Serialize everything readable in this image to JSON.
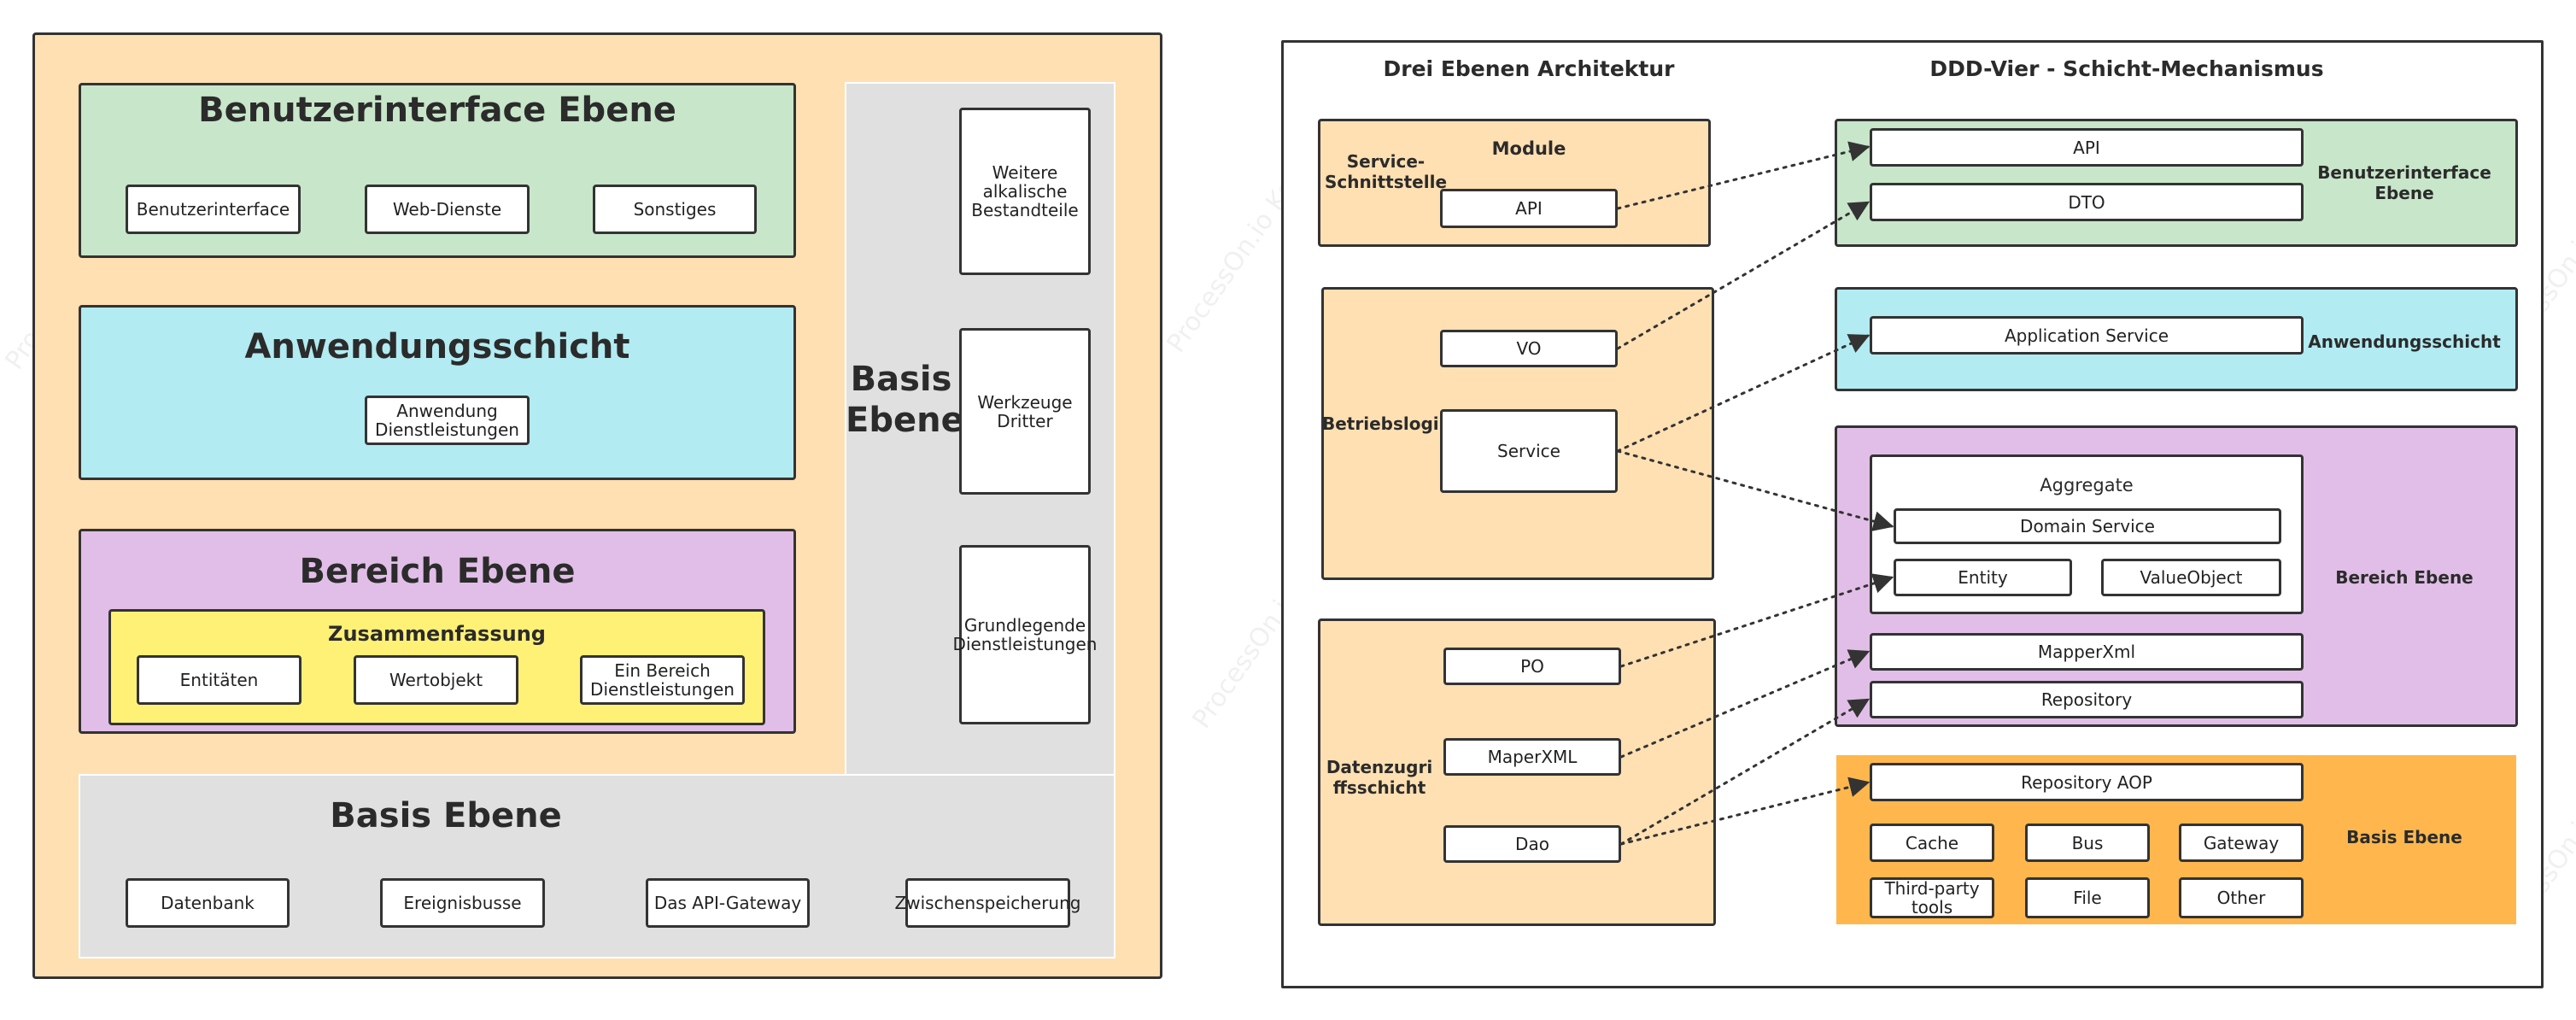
{
  "watermark": "ProcessOn.io Kostenlos",
  "left": {
    "ui_layer": {
      "title": "Benutzerinterface Ebene",
      "items": [
        "Benutzerinterface",
        "Web-Dienste",
        "Sonstiges"
      ]
    },
    "app_layer": {
      "title": "Anwendungsschicht",
      "items": [
        "Anwendung Dienstleistungen"
      ]
    },
    "domain_layer": {
      "title": "Bereich Ebene",
      "aggregate_title": "Zusammenfassung",
      "items": [
        "Entitäten",
        "Wertobjekt",
        "Ein Bereich Dienstleistungen"
      ]
    },
    "infra_vertical": {
      "title": "Basis Ebene",
      "items": [
        "Weitere alkalische Bestandteile",
        "Werkzeuge Dritter",
        "Grundlegende Dienstleistungen"
      ]
    },
    "infra_bottom": {
      "title": "Basis Ebene",
      "items": [
        "Datenbank",
        "Ereignisbusse",
        "Das API-Gateway",
        "Zwischenspeicherung"
      ]
    }
  },
  "right": {
    "header_left": "Drei Ebenen Architektur",
    "header_right": "DDD-Vier - Schicht-Mechanismus",
    "service_interface": {
      "label": "Service-Schnittstelle",
      "title": "Module",
      "items": [
        "API"
      ]
    },
    "business_logic": {
      "label": "Betriebslogik",
      "items": [
        "VO",
        "Service"
      ]
    },
    "data_access": {
      "label": "Datenzugriffsschicht",
      "items": [
        "PO",
        "MaperXML",
        "Dao"
      ]
    },
    "ddd_ui": {
      "label": "Benutzerinterface Ebene",
      "items": [
        "API",
        "DTO"
      ]
    },
    "ddd_app": {
      "label": "Anwendungsschicht",
      "items": [
        "Application Service"
      ]
    },
    "ddd_domain": {
      "label": "Bereich Ebene",
      "aggregate_title": "Aggregate",
      "items": [
        "Domain Service",
        "Entity",
        "ValueObject"
      ],
      "extra_items": [
        "MapperXml",
        "Repository"
      ]
    },
    "ddd_infra": {
      "label": "Basis Ebene",
      "items": [
        "Repository AOP",
        "Cache",
        "Bus",
        "Gateway",
        "Third-party tools",
        "File",
        "Other"
      ]
    }
  },
  "colors": {
    "peach": "#FFE0B2",
    "green": "#C8E6C9",
    "cyan": "#B2EBF2",
    "purple": "#E1BEE7",
    "yellow": "#FFF176",
    "gray": "#E0E0E0",
    "orange": "#FFB74D"
  }
}
